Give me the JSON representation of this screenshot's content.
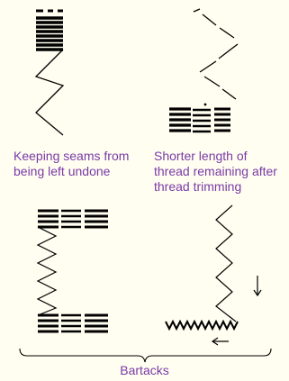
{
  "captions": {
    "seam_keep": "Keeping seams from\nbeing left undone",
    "short_thread": "Shorter length of\nthread remaining after\nthread trimming",
    "bartacks": "Bartacks"
  },
  "colors": {
    "caption": "#7a3aa6",
    "stitch": "#000000",
    "background": "#fffef1"
  },
  "icons": {
    "arrow_down": "down-arrow-icon",
    "arrow_left": "left-arrow-icon"
  }
}
